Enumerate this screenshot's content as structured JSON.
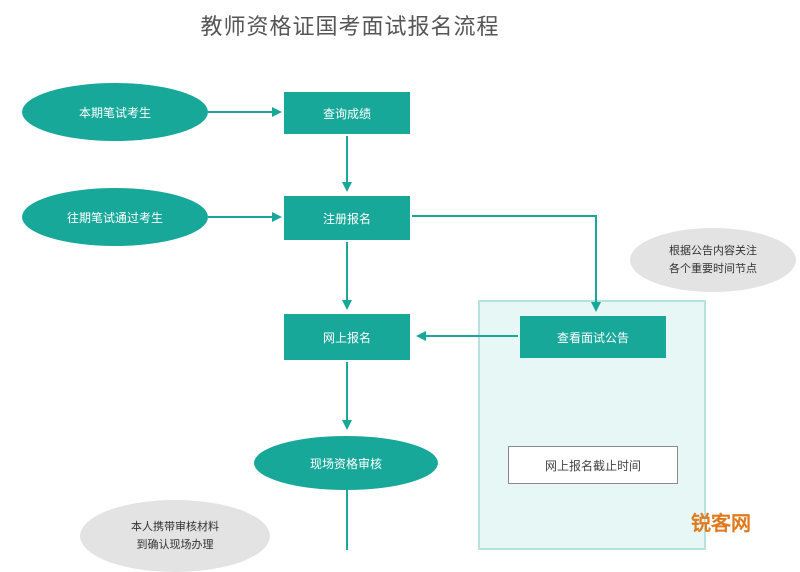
{
  "title": "教师资格证国考面试报名流程",
  "nodes": {
    "start_new": "本期笔试考生",
    "start_old": "往期笔试通过考生",
    "query_score": "查询成绩",
    "confirm_info": "注册报名",
    "online_apply": "网上报名",
    "review": "现场资格审核",
    "notice": "查看面试公告",
    "deadline": "网上报名截止时间"
  },
  "notes": {
    "top_right": [
      "根据公告内容关注",
      "各个重要时间节点"
    ],
    "bottom_left": [
      "本人携带审核材料",
      "到确认现场办理"
    ]
  },
  "watermark": "锐客网",
  "colors": {
    "accent": "#18a89a",
    "panel_fill": "#e6f7f5",
    "panel_border": "#b7e3de",
    "watermark": "#e07a1e"
  }
}
